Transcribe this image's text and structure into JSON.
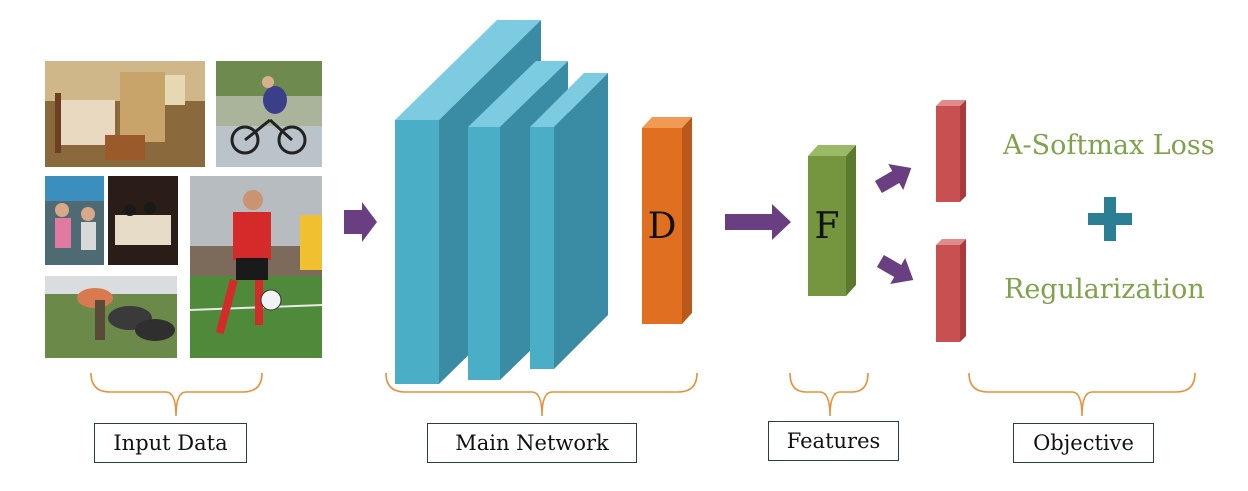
{
  "blocks": {
    "d_label": "D",
    "f_label": "F"
  },
  "objective": {
    "loss_label": "A-Softmax Loss",
    "regularization_label": "Regularization"
  },
  "captions": {
    "input": "Input Data",
    "network": "Main Network",
    "features": "Features",
    "objective": "Objective"
  },
  "colors": {
    "network_layer": "#4aaec7",
    "d_block": "#e07020",
    "f_block": "#75953e",
    "objective_bar": "#c85050",
    "arrow": "#6a3f82",
    "plus": "#2a7f94",
    "brace": "#e8913a",
    "text_green": "#7fa34a"
  },
  "icons": {
    "arrow": "right-arrow-icon",
    "plus": "plus-icon",
    "brace": "curly-brace-icon"
  }
}
